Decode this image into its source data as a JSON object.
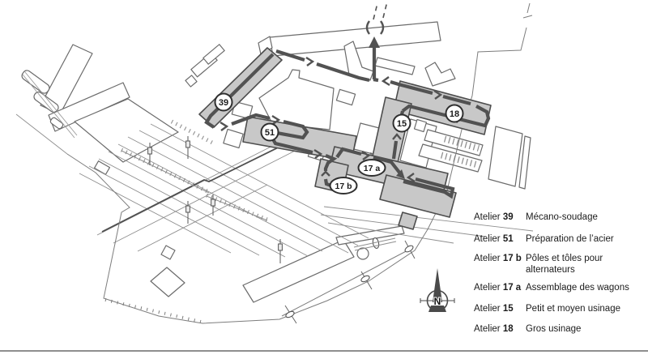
{
  "map": {
    "badges": [
      {
        "id": "atelier-39",
        "text": "39"
      },
      {
        "id": "atelier-51",
        "text": "51"
      },
      {
        "id": "atelier-15",
        "text": "15"
      },
      {
        "id": "atelier-18",
        "text": "18"
      },
      {
        "id": "atelier-17a",
        "text": "17 a"
      },
      {
        "id": "atelier-17b",
        "text": "17 b"
      }
    ],
    "compass_label": "N"
  },
  "legend": {
    "items": [
      {
        "prefix": "Atelier",
        "number": "39",
        "description": "Mécano-soudage"
      },
      {
        "prefix": "Atelier",
        "number": "51",
        "description": "Préparation de l’acier"
      },
      {
        "prefix": "Atelier",
        "number": "17 b",
        "description": "Pôles et tôles pour alternateurs"
      },
      {
        "prefix": "Atelier",
        "number": "17 a",
        "description": "Assemblage des wagons"
      },
      {
        "prefix": "Atelier",
        "number": "15",
        "description": "Petit et moyen usinage"
      },
      {
        "prefix": "Atelier",
        "number": "18",
        "description": "Gros usinage"
      }
    ]
  },
  "colors": {
    "atelier_fill": "#c8c8c8",
    "atelier_stroke": "#4d4d4d",
    "flow_route": "#525252",
    "outline_buildings": "#6b6b6b",
    "rails": "#8f8f8f",
    "text": "#1c1c1c"
  }
}
